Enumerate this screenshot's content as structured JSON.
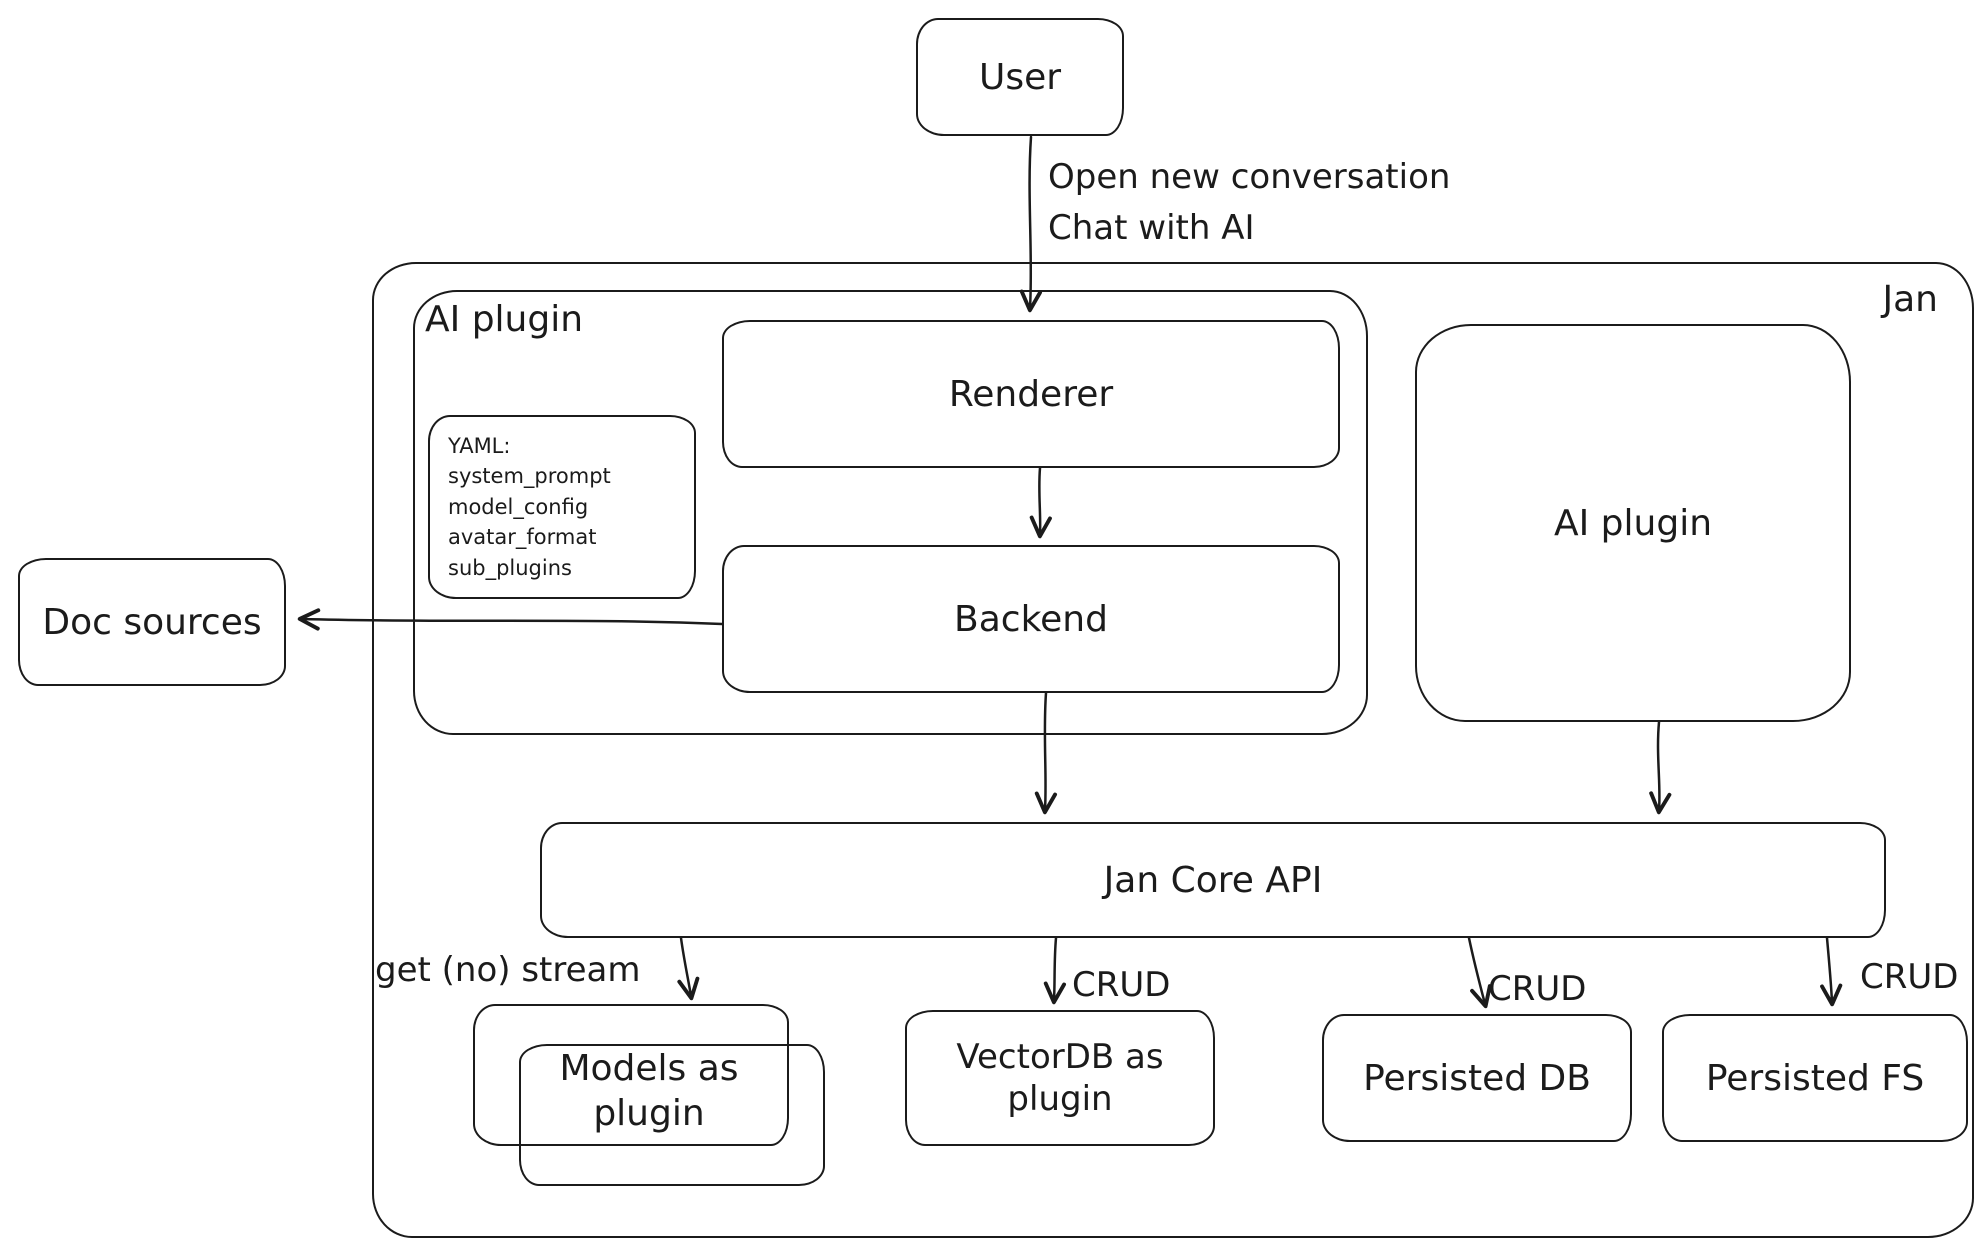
{
  "diagram": {
    "colors": {
      "stroke": "#1b1b1b",
      "background": "#ffffff"
    },
    "nodes": {
      "user": {
        "label": "User"
      },
      "jan": {
        "label": "Jan"
      },
      "ai_plugin_left": {
        "label": "AI plugin"
      },
      "renderer": {
        "label": "Renderer"
      },
      "backend": {
        "label": "Backend"
      },
      "yaml_note": {
        "lines": [
          "YAML:",
          "system_prompt",
          "model_config",
          "avatar_format",
          "sub_plugins"
        ]
      },
      "doc_sources": {
        "label": "Doc sources"
      },
      "ai_plugin_right": {
        "label": "AI plugin"
      },
      "jan_core_api": {
        "label": "Jan Core API"
      },
      "models_as_plugin": {
        "label": "Models as plugin"
      },
      "vectordb_as_plugin": {
        "label": "VectorDB as plugin"
      },
      "persisted_db": {
        "label": "Persisted DB"
      },
      "persisted_fs": {
        "label": "Persisted FS"
      }
    },
    "edges": {
      "user_to_renderer": {
        "label_line1": "Open new conversation",
        "label_line2": "Chat with AI"
      },
      "core_to_models": {
        "label": "get (no) stream"
      },
      "core_to_vectordb": {
        "label": "CRUD"
      },
      "core_to_db": {
        "label": "CRUD"
      },
      "core_to_fs": {
        "label": "CRUD"
      }
    }
  }
}
